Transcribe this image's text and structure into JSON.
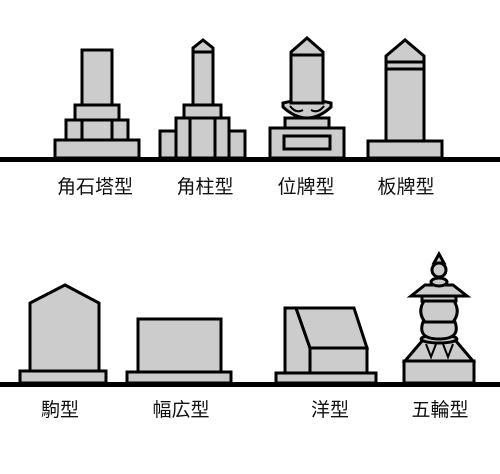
{
  "colors": {
    "fill": "#cccccc",
    "stroke": "#000000",
    "ground": "#000000",
    "background": "#ffffff"
  },
  "stones": [
    {
      "name": "角石塔型",
      "icon": "kakuishito-gravestone"
    },
    {
      "name": "角柱型",
      "icon": "kakuchu-gravestone"
    },
    {
      "name": "位牌型",
      "icon": "ihai-gravestone"
    },
    {
      "name": "板牌型",
      "icon": "banpai-gravestone"
    },
    {
      "name": "駒型",
      "icon": "koma-gravestone"
    },
    {
      "name": "幅広型",
      "icon": "habahiro-gravestone"
    },
    {
      "name": "洋型",
      "icon": "western-gravestone"
    },
    {
      "name": "五輪型",
      "icon": "gorinto-gravestone"
    }
  ]
}
